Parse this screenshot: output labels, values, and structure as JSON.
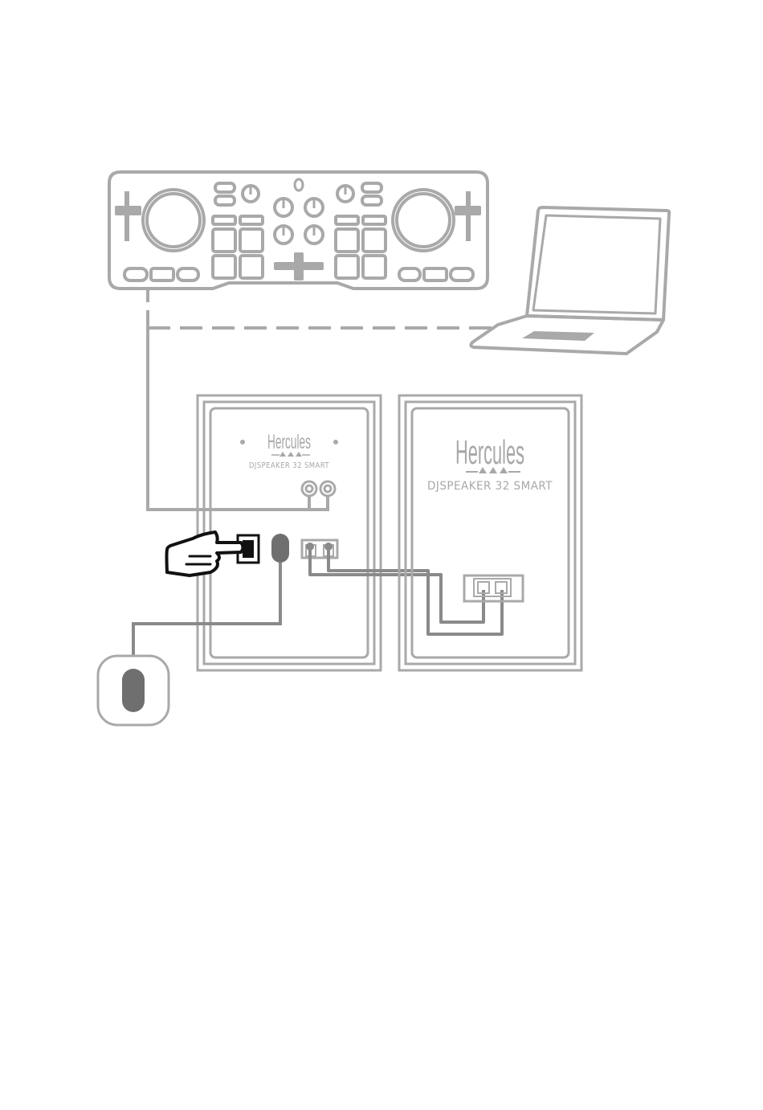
{
  "left_speaker": {
    "brand": "Hercules",
    "model": "DJSPEAKER 32 SMART"
  },
  "right_speaker": {
    "brand": "Hercules",
    "model": "DJSPEAKER 32 SMART"
  },
  "colors": {
    "line": "#a9a9a9",
    "cable": "#8a8a8a",
    "dark": "#6f6f6f",
    "hand": "#111111"
  },
  "icons": [
    "dj-controller-icon",
    "laptop-icon",
    "speaker-icon",
    "power-switch-icon",
    "hand-pointer-icon",
    "power-plug-icon",
    "power-outlet-icon"
  ]
}
